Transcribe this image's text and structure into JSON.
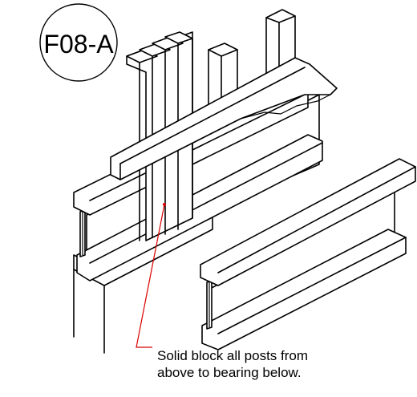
{
  "detail": {
    "tag": "F08-A",
    "note_line1": "Solid block all posts from",
    "note_line2": "above to bearing below."
  },
  "colors": {
    "line": "#000000",
    "leader": "#d80000",
    "background": "#ffffff"
  }
}
